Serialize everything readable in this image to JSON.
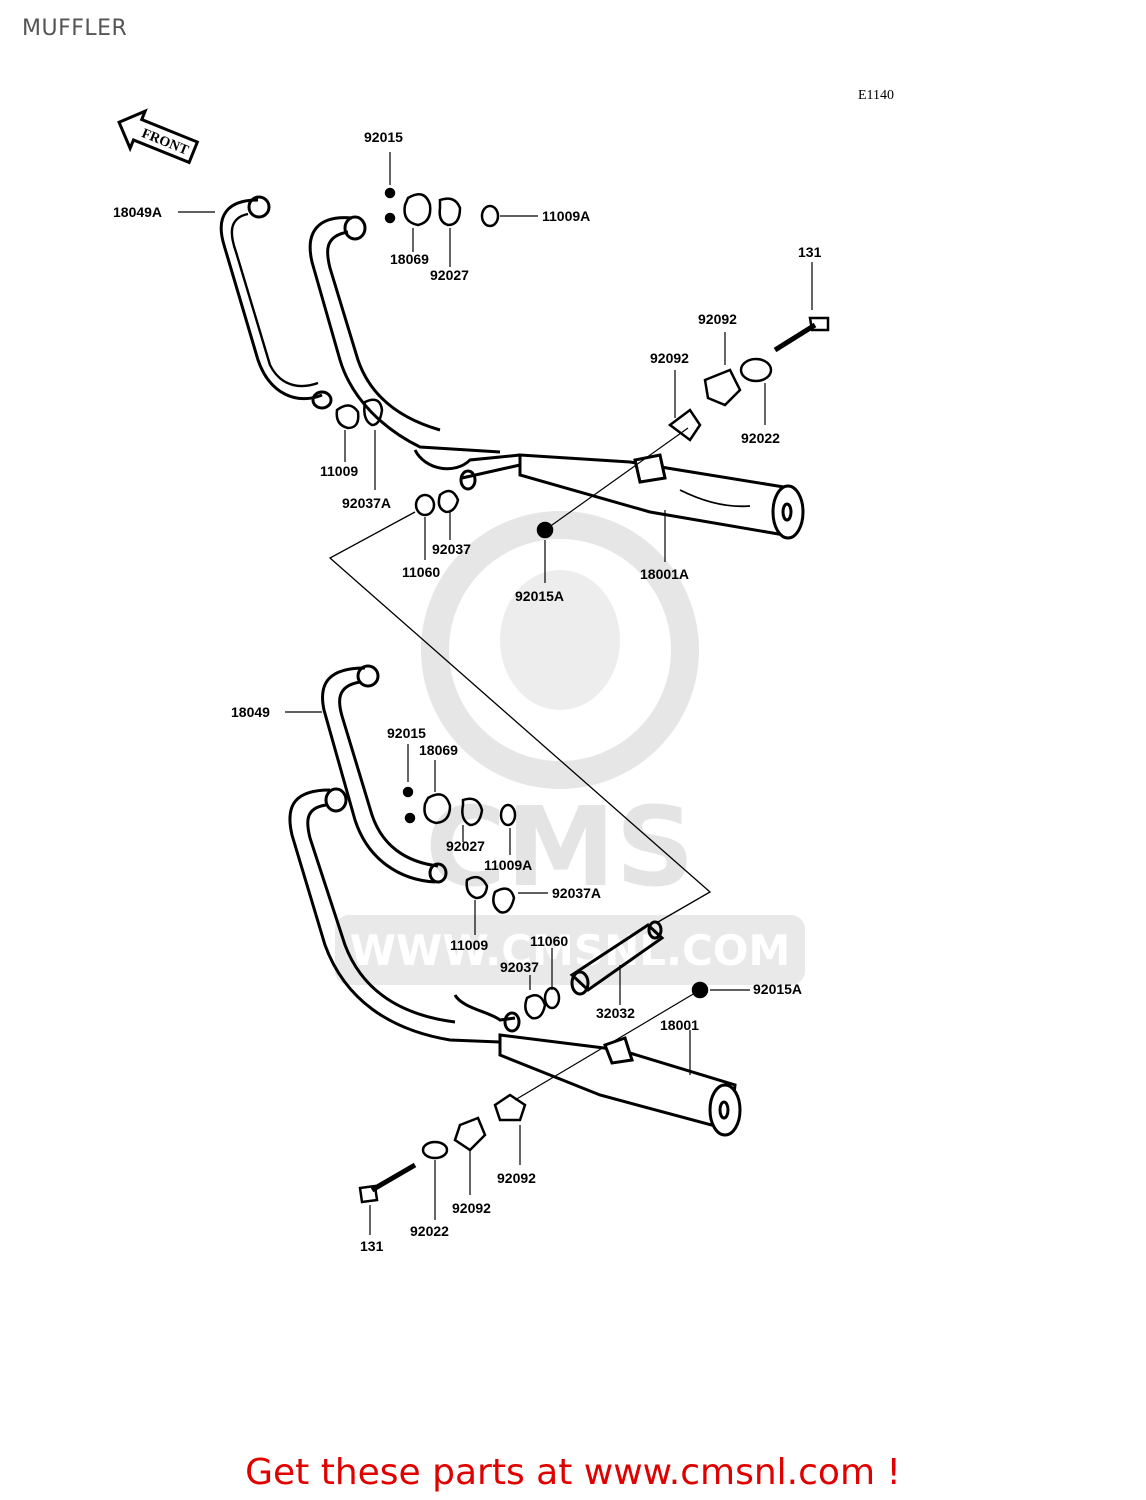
{
  "page": {
    "title": "MUFFLER",
    "diagram_code": "E1140",
    "footer_text": "Get these parts at www.cmsnl.com !"
  },
  "front_arrow": {
    "label": "FRONT"
  },
  "watermark": {
    "brand": "CMS",
    "url": "WWW.CMSNL.COM"
  },
  "upper_group": {
    "labels": {
      "p92015": "92015",
      "p18069": "18069",
      "p92027": "92027",
      "p11009A": "11009A",
      "p18049A": "18049A",
      "p131": "131",
      "p92092a": "92092",
      "p92092b": "92092",
      "p92022": "92022",
      "p11009": "11009",
      "p92037A": "92037A",
      "p92037": "92037",
      "p11060": "11060",
      "p92015A": "92015A",
      "p18001A": "18001A"
    }
  },
  "lower_group": {
    "labels": {
      "p18049": "18049",
      "p92015": "92015",
      "p18069": "18069",
      "p92027": "92027",
      "p11009A": "11009A",
      "p92037A": "92037A",
      "p11009": "11009",
      "p11060": "11060",
      "p92037": "92037",
      "p32032": "32032",
      "p92015A": "92015A",
      "p18001": "18001",
      "p92092a": "92092",
      "p92092b": "92092",
      "p92022": "92022",
      "p131": "131"
    }
  }
}
